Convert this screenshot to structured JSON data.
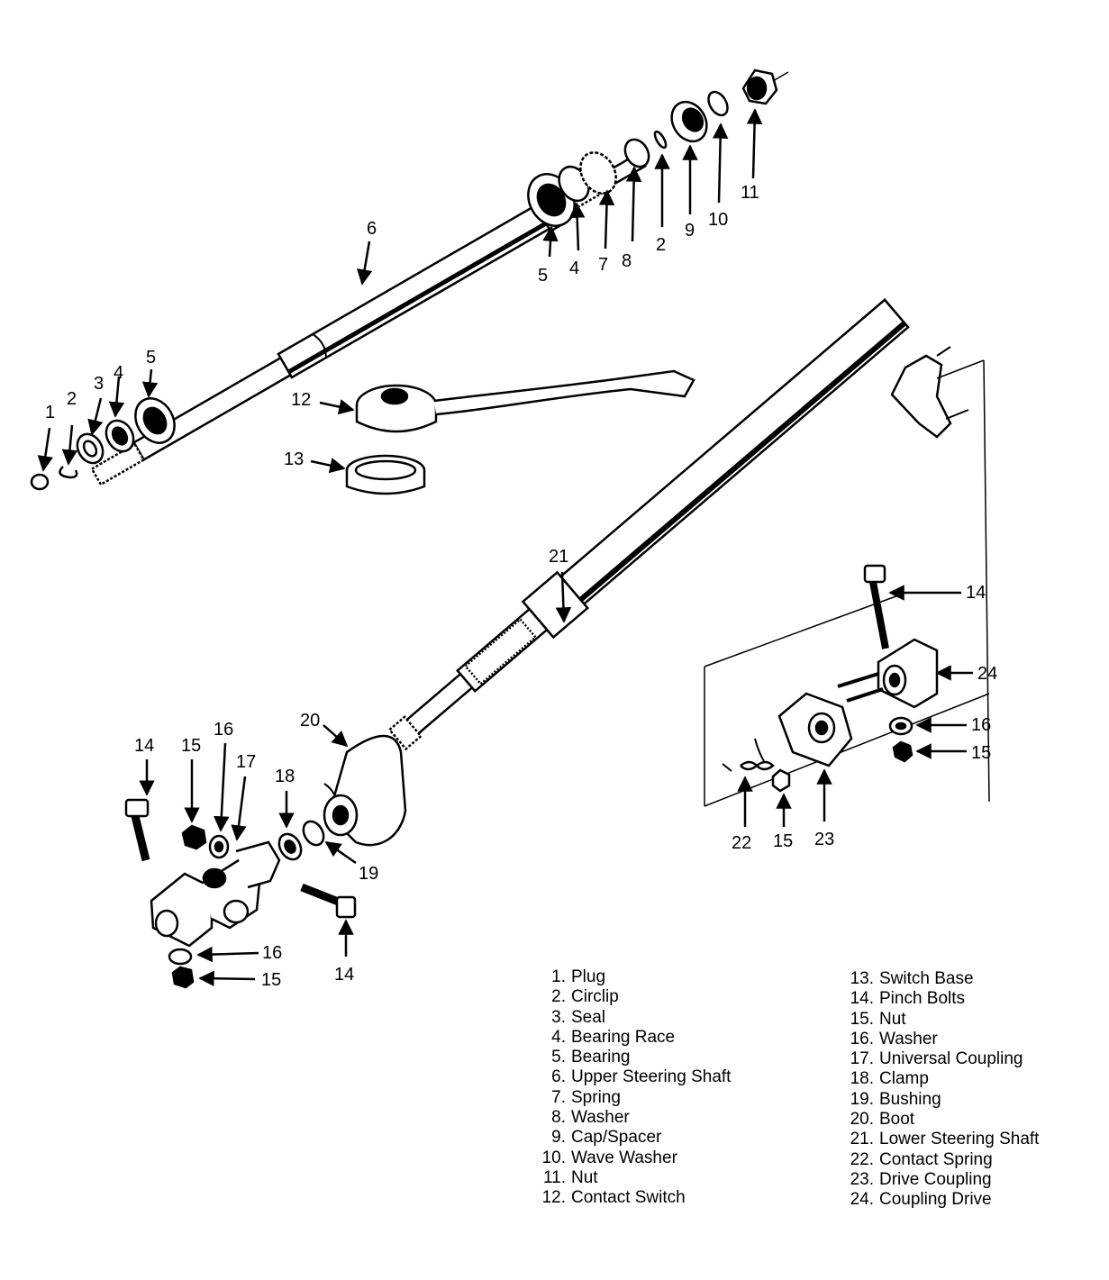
{
  "callouts": {
    "c1": "1",
    "c2a": "2",
    "c3": "3",
    "c4a": "4",
    "c5a": "5",
    "c6": "6",
    "c5b": "5",
    "c4b": "4",
    "c7": "7",
    "c8": "8",
    "c2b": "2",
    "c9": "9",
    "c10": "10",
    "c11": "11",
    "c12": "12",
    "c13": "13",
    "c21": "21",
    "c14a": "14",
    "c24": "24",
    "c16a": "16",
    "c15a": "15",
    "c22": "22",
    "c15b": "15",
    "c23": "23",
    "c20": "20",
    "c14b": "14",
    "c15c": "15",
    "c16b": "16",
    "c17": "17",
    "c18": "18",
    "c19": "19",
    "c16c": "16",
    "c15d": "15",
    "c14c": "14"
  },
  "legend": {
    "left": [
      {
        "num": "1.",
        "label": "Plug"
      },
      {
        "num": "2.",
        "label": "Circlip"
      },
      {
        "num": "3.",
        "label": "Seal"
      },
      {
        "num": "4.",
        "label": "Bearing Race"
      },
      {
        "num": "5.",
        "label": "Bearing"
      },
      {
        "num": "6.",
        "label": "Upper Steering Shaft"
      },
      {
        "num": "7.",
        "label": "Spring"
      },
      {
        "num": "8.",
        "label": "Washer"
      },
      {
        "num": "9.",
        "label": "Cap/Spacer"
      },
      {
        "num": "10.",
        "label": "Wave Washer"
      },
      {
        "num": "11.",
        "label": "Nut"
      },
      {
        "num": "12.",
        "label": "Contact Switch"
      }
    ],
    "right": [
      {
        "num": "13.",
        "label": "Switch Base"
      },
      {
        "num": "14.",
        "label": "Pinch Bolts"
      },
      {
        "num": "15.",
        "label": "Nut"
      },
      {
        "num": "16.",
        "label": "Washer"
      },
      {
        "num": "17.",
        "label": "Universal Coupling"
      },
      {
        "num": "18.",
        "label": "Clamp"
      },
      {
        "num": "19.",
        "label": "Bushing"
      },
      {
        "num": "20.",
        "label": "Boot"
      },
      {
        "num": "21.",
        "label": "Lower Steering Shaft"
      },
      {
        "num": "22.",
        "label": "Contact Spring"
      },
      {
        "num": "23.",
        "label": "Drive Coupling"
      },
      {
        "num": "24.",
        "label": "Coupling Drive"
      }
    ]
  }
}
